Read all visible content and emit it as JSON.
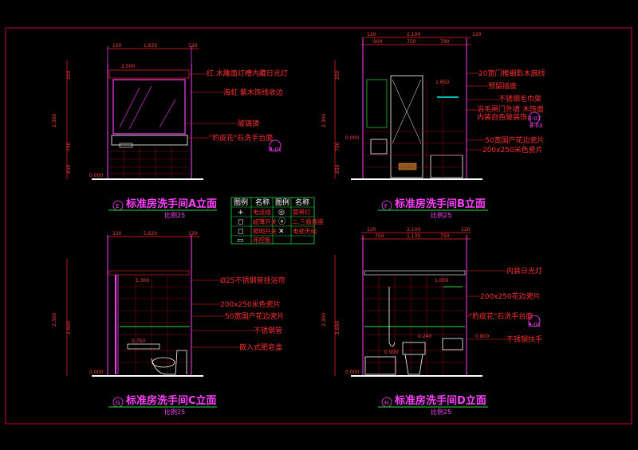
{
  "colors": {
    "background": "#000000",
    "frame": "#c8004a",
    "dimension": "#ff2020",
    "text": "#ff3030",
    "magenta": "#ff40ff",
    "white": "#ffffff",
    "green": "#20e040",
    "cyan": "#00ffff",
    "yellow": "#ffff00"
  },
  "elevA": {
    "title": "标准房洗手间A立面",
    "scale": "比例25",
    "marker": "E",
    "dims_top": [
      "120",
      "1,620",
      "120"
    ],
    "dims_side": [
      "2,300",
      "250",
      "750",
      "850",
      "0.000",
      "2,500",
      "0.000"
    ],
    "labels": [
      "红 木雕面灯槽内藏日光灯",
      "海虹 紫木饰线收边",
      "玻璃镜",
      "\"豹皮花\"石洗手台面"
    ],
    "tags": [
      "B-01"
    ]
  },
  "elevB": {
    "title": "标准房洗手间B立面",
    "scale": "比例25",
    "marker": "F",
    "dims_top": [
      "120",
      "2,100",
      "120",
      "900",
      "750",
      "790"
    ],
    "dims_side": [
      "2,300",
      "250",
      "750",
      "850",
      "0.000",
      "1,650",
      "0.000"
    ],
    "labels": [
      "20宽门框细影木扇线",
      "预留插座",
      "不锈钢毛巾架",
      "浴毛闸门外墙 木饰面",
      "内装自色玻装饰",
      "50宽国产花边瓷片",
      "200x250米色瓷片"
    ],
    "tags": [
      "B-07",
      "B-03"
    ]
  },
  "elevC": {
    "title": "标准房洗手间C立面",
    "scale": "比例25",
    "marker": "G",
    "dims_top": [
      "120",
      "1,620",
      "120"
    ],
    "dims_side": [
      "2,300",
      "2,600",
      "0.000",
      "1,300",
      "0.750"
    ],
    "labels": [
      "Ø25不锈钢管挂浴帘",
      "200x250米色瓷片",
      "50宽国产花边瓷片",
      "不锈钢管",
      "嵌入式肥皂盒"
    ]
  },
  "elevD": {
    "title": "标准房洗手间D立面",
    "scale": "比例25",
    "marker": "H",
    "dims_top": [
      "120",
      "2,100",
      "120",
      "750",
      "1,130",
      "750"
    ],
    "dims_side": [
      "2,300",
      "2,600",
      "0.000",
      "0.900",
      "0.240",
      "0.800",
      "1,000"
    ],
    "labels": [
      "内装日光灯",
      "200x250花边瓷片",
      "\"豹皮花\"石洗手台面",
      "不锈钢扶手"
    ],
    "tags": [
      "B-01"
    ]
  },
  "legend": {
    "headers": [
      "图例",
      "名称",
      "图例",
      "名称"
    ],
    "rows": [
      [
        "+",
        "电话线",
        "◎",
        "筒带灯"
      ],
      [
        "◻",
        "超薄开关",
        "ⓞ",
        "二,三极插座"
      ],
      [
        "◻",
        "照明开关",
        "✕",
        "电视天线"
      ],
      [
        "▭",
        "床控板",
        "",
        ""
      ]
    ]
  }
}
